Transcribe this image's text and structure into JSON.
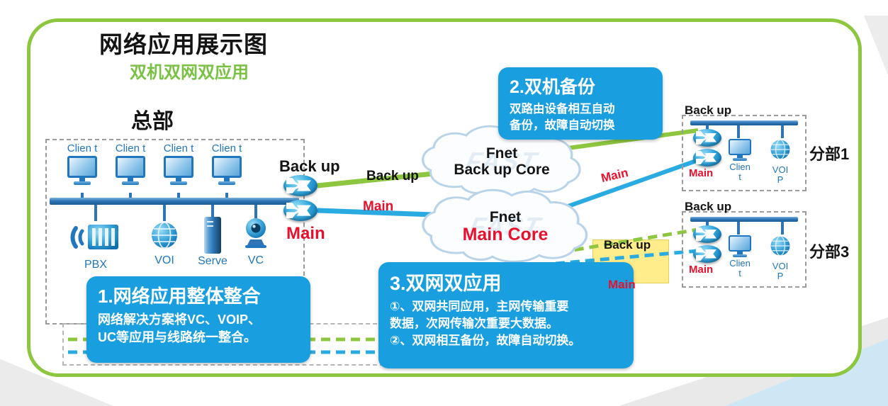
{
  "colors": {
    "frame_green": "#8dc63f",
    "line_green": "#8dc63f",
    "line_blue": "#29abe2",
    "bus_blue": "#2e75b6",
    "icon_blue": "#2176bd",
    "callout_blue": "#199fe0",
    "alert_red": "#e8112d",
    "highlight_yellow": "#ffec8a"
  },
  "title": "网络应用展示图",
  "subtitle": "双机双网双应用",
  "hq": {
    "label": "总部",
    "client_label": "Clien t",
    "devices": {
      "pbx": "PBX",
      "voip": "VOI",
      "server": "Serve",
      "vc": "VC"
    },
    "backup_label": "Back up",
    "main_label": "Main"
  },
  "links": {
    "backup_line_label": "Back up",
    "main_line_label": "Main",
    "branch1_main_label": "Main",
    "branch3_backup_label": "Back up",
    "branch3_main_label": "Main"
  },
  "clouds": {
    "watermark": "FAST",
    "backup": {
      "line1": "Fnet",
      "line2": "Back up Core"
    },
    "main": {
      "line1": "Fnet",
      "line2": "Main Core"
    }
  },
  "branch1": {
    "label": "分部1",
    "backup_label": "Back up",
    "main_label": "Main",
    "client_label": "Clien t",
    "voip_label": "VOI P"
  },
  "branch3": {
    "label": "分部3",
    "backup_label": "Back up",
    "main_label": "Main",
    "client_label": "Clien t",
    "voip_label": "VOI P"
  },
  "callouts": {
    "c1": {
      "title": "1.网络应用整体整合",
      "body": "网络解决方案将VC、VOIP、UC等应用与线路统一整合。"
    },
    "c2": {
      "title": "2.双机备份",
      "body": "双路由设备相互自动备份，故障自动切换"
    },
    "c3": {
      "title": "3.双网双应用",
      "body1": "①、双网共同应用，主网传输重要数据，次网传输次重要大数据。",
      "body2": "②、双网相互备份，故障自动切换。"
    }
  }
}
